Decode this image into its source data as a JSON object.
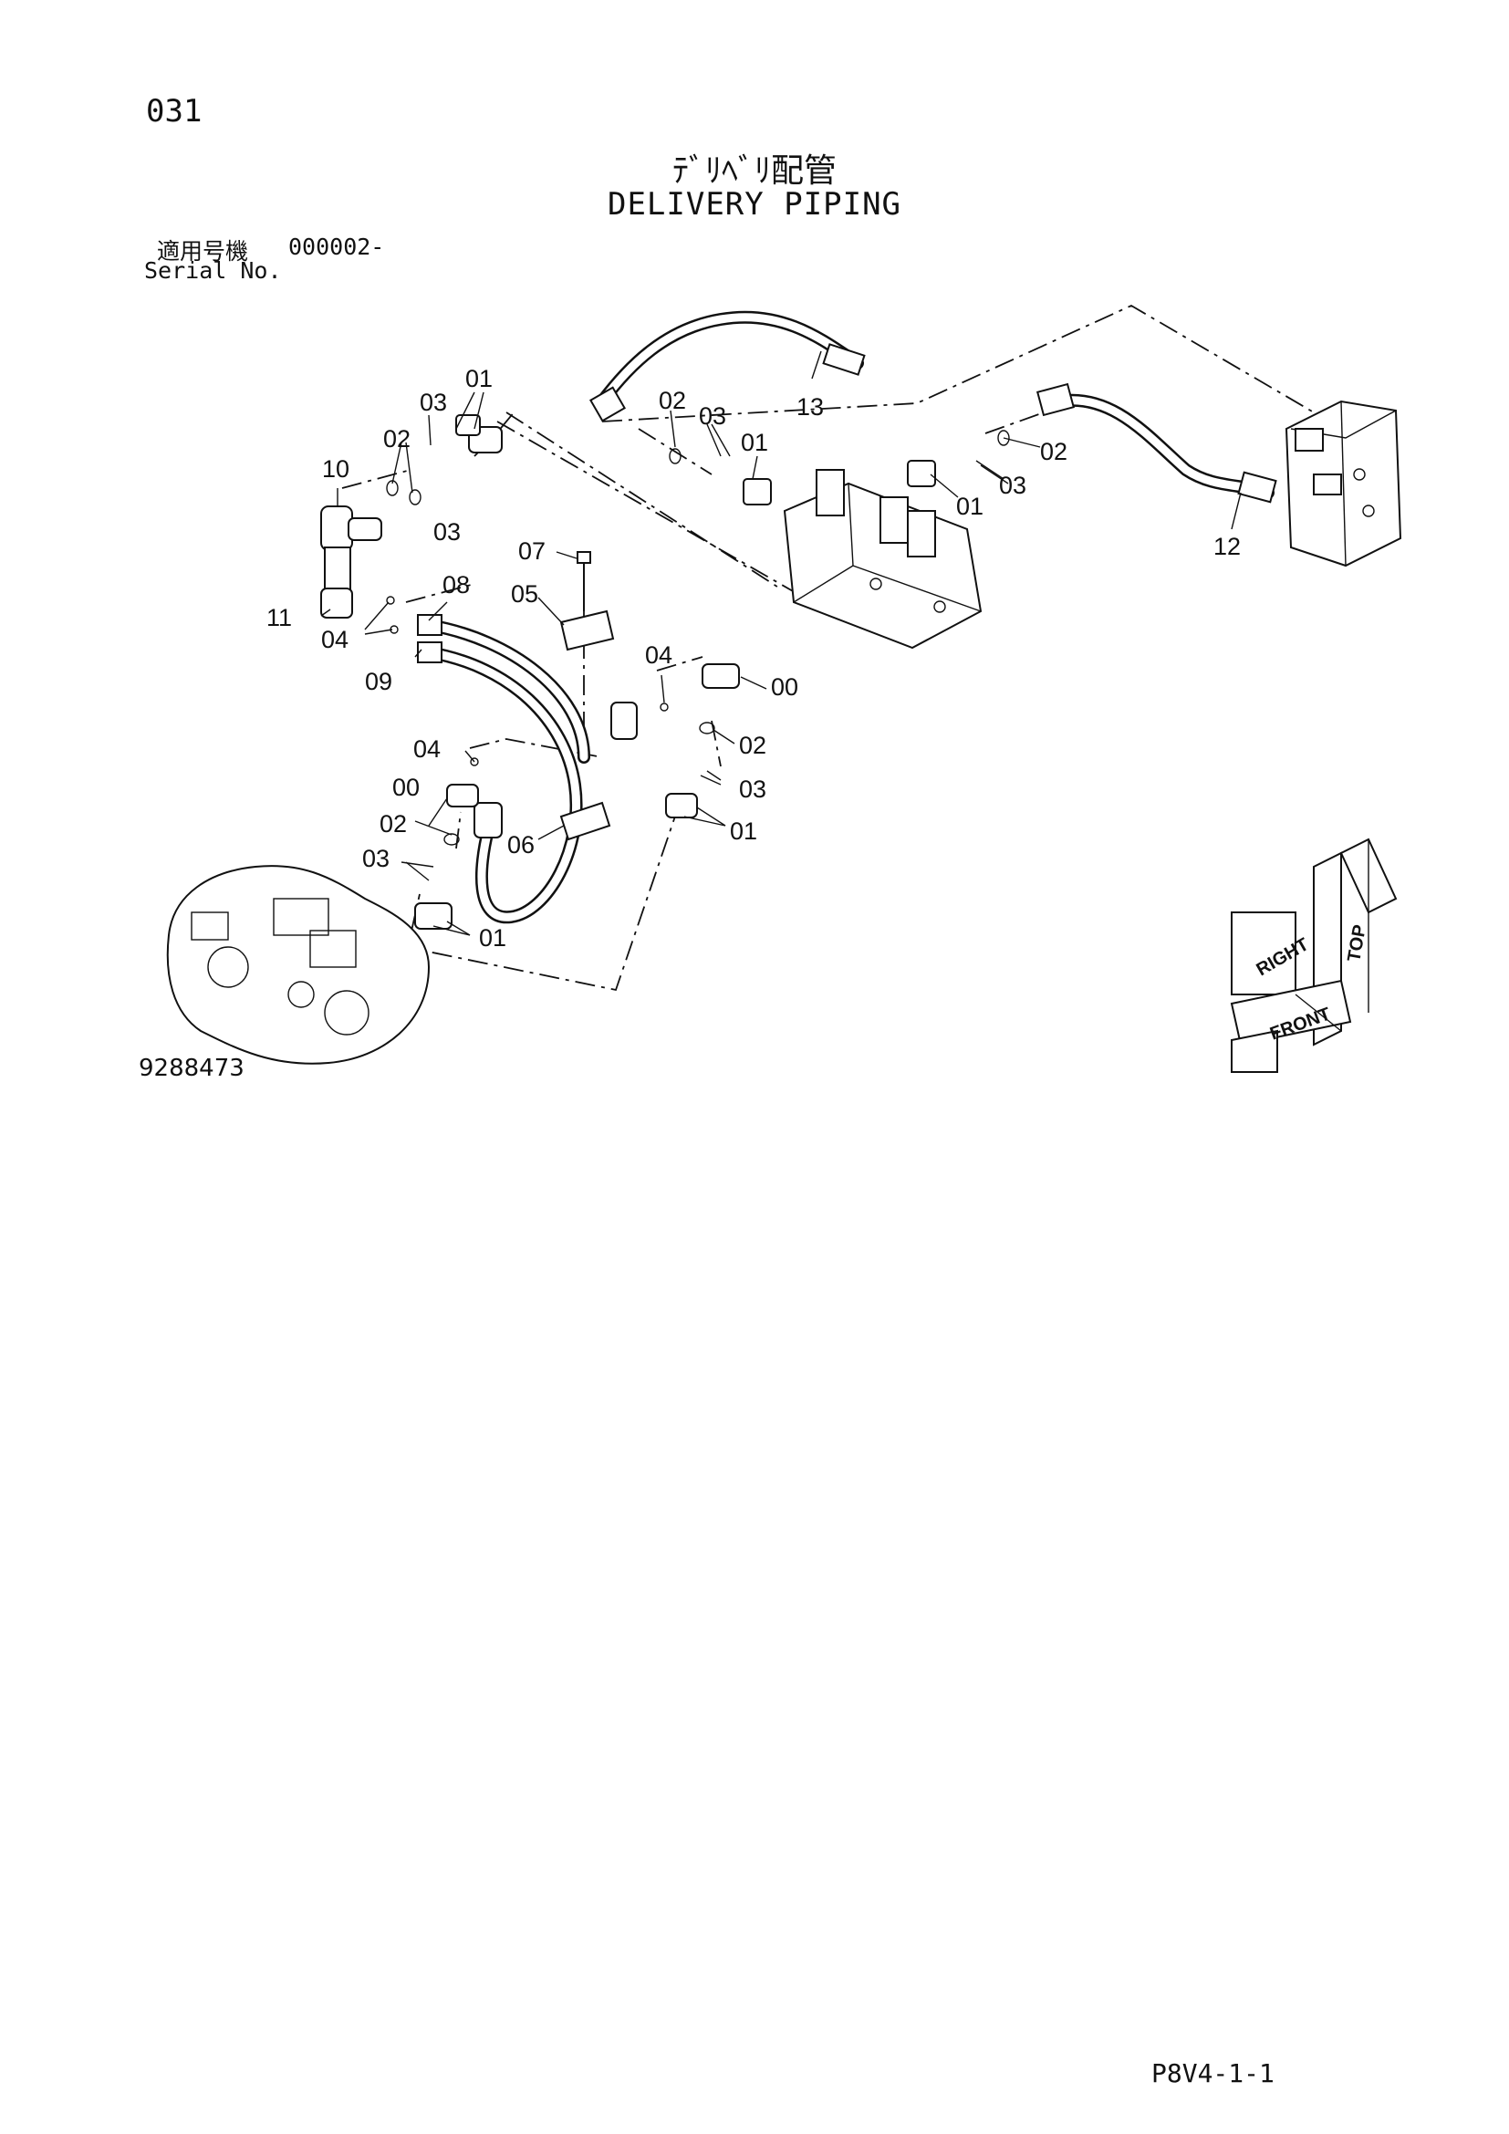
{
  "page_number": "031",
  "title_jp": "ﾃﾞﾘﾍﾞﾘ配管",
  "title_en": "DELIVERY PIPING",
  "serial": {
    "label_jp": "適用号機",
    "value": "000002-",
    "label_en": "Serial No."
  },
  "callouts": {
    "c00a": "00",
    "c00b": "00",
    "c01a": "01",
    "c01b": "01",
    "c01c": "01",
    "c01d": "01",
    "c01e": "01",
    "c02a": "02",
    "c02b": "02",
    "c02c": "02",
    "c02d": "02",
    "c02e": "02",
    "c03a": "03",
    "c03b": "03",
    "c03c": "03",
    "c03d": "03",
    "c03e": "03",
    "c03f": "03",
    "c04a": "04",
    "c04b": "04",
    "c04c": "04",
    "c05": "05",
    "c06": "06",
    "c07": "07",
    "c08": "08",
    "c09": "09",
    "c10": "10",
    "c11": "11",
    "c12": "12",
    "c13": "13"
  },
  "orientation": {
    "top": "TOP",
    "right": "RIGHT",
    "front": "FRONT"
  },
  "drawing_id": "9288473",
  "footer_code": "P8V4-1-1"
}
